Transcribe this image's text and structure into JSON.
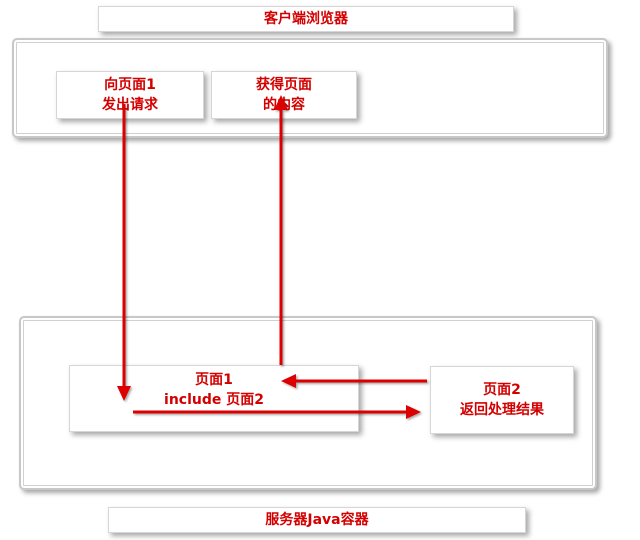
{
  "client": {
    "title": "客户端浏览器",
    "request_box": {
      "line1": "向页面1",
      "line2": "发出请求"
    },
    "response_box": {
      "line1": "获得页面",
      "line2": "的内容"
    }
  },
  "server": {
    "title": "服务器Java容器",
    "page1_box": {
      "line1": "页面1",
      "line2": "include 页面2"
    },
    "page2_box": {
      "line1": "页面2",
      "line2": "返回处理结果"
    }
  },
  "colors": {
    "arrow": "#dd0000",
    "text": "#d40000"
  }
}
